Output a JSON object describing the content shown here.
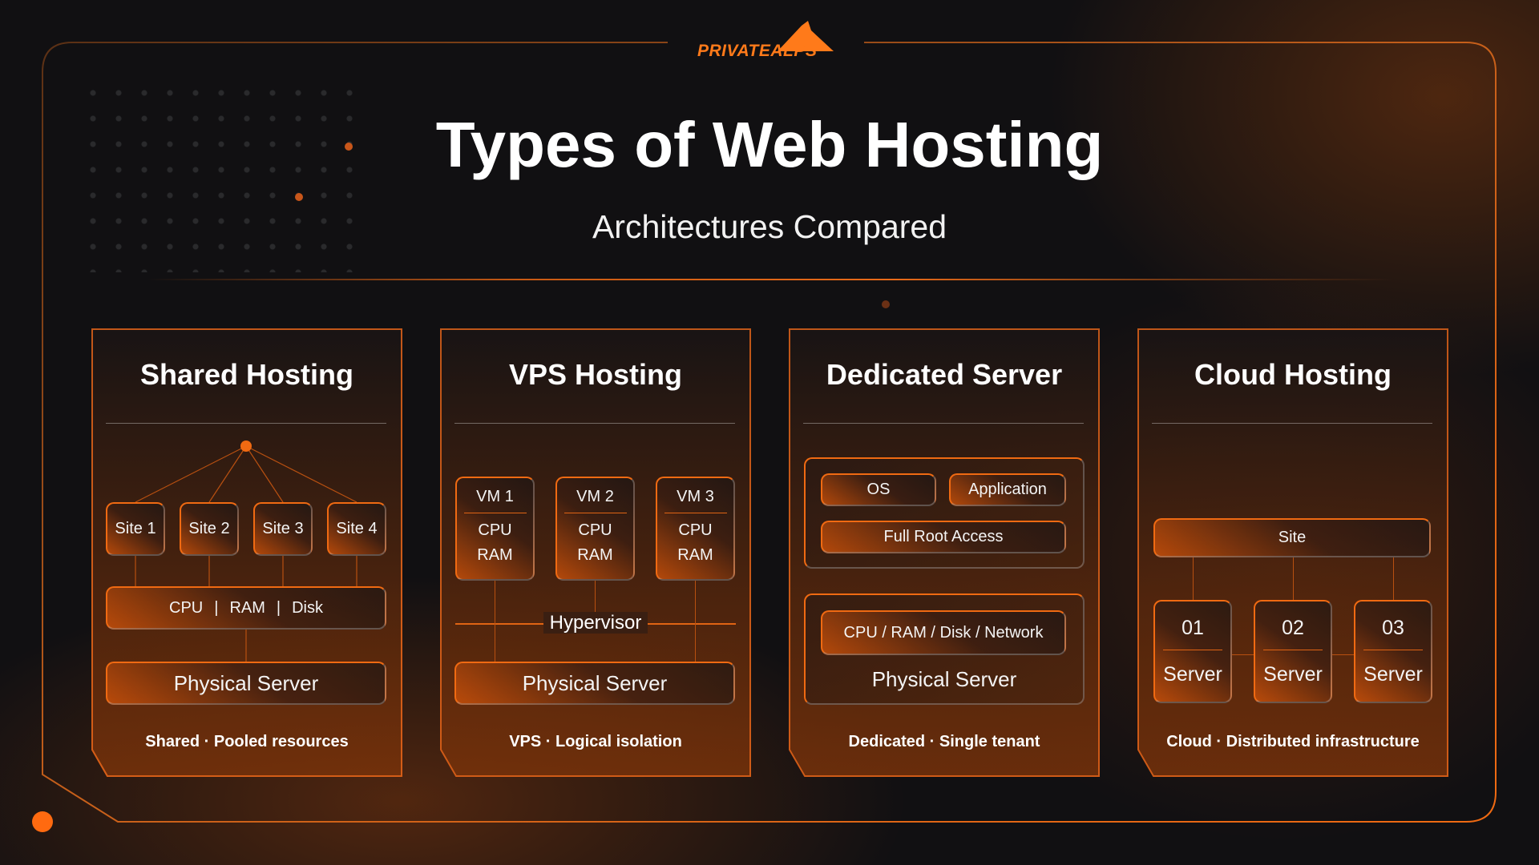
{
  "brand": {
    "logo_text": "PRIVATEALPS",
    "accent": "#f06a12"
  },
  "header": {
    "title": "Types of Web Hosting",
    "subtitle": "Architectures Compared"
  },
  "cards": [
    {
      "title": "Shared Hosting",
      "sites": [
        "Site 1",
        "Site 2",
        "Site 3",
        "Site 4"
      ],
      "resources": [
        "CPU",
        "RAM",
        "Disk"
      ],
      "separator": "|",
      "server": "Physical Server",
      "footer": "Shared · Pooled resources"
    },
    {
      "title": "VPS Hosting",
      "vms": [
        {
          "name": "VM 1",
          "cpu": "CPU",
          "ram": "RAM"
        },
        {
          "name": "VM 2",
          "cpu": "CPU",
          "ram": "RAM"
        },
        {
          "name": "VM 3",
          "cpu": "CPU",
          "ram": "RAM"
        }
      ],
      "hypervisor": "Hypervisor",
      "server": "Physical Server",
      "footer": "VPS · Logical isolation"
    },
    {
      "title": "Dedicated Server",
      "os": "OS",
      "application": "Application",
      "root": "Full Root Access",
      "resources": "CPU / RAM / Disk / Network",
      "server": "Physical Server",
      "footer": "Dedicated · Single tenant"
    },
    {
      "title": "Cloud Hosting",
      "site": "Site",
      "servers": [
        {
          "num": "01",
          "label": "Server"
        },
        {
          "num": "02",
          "label": "Server"
        },
        {
          "num": "03",
          "label": "Server"
        }
      ],
      "footer": "Cloud · Distributed infrastructure"
    }
  ]
}
